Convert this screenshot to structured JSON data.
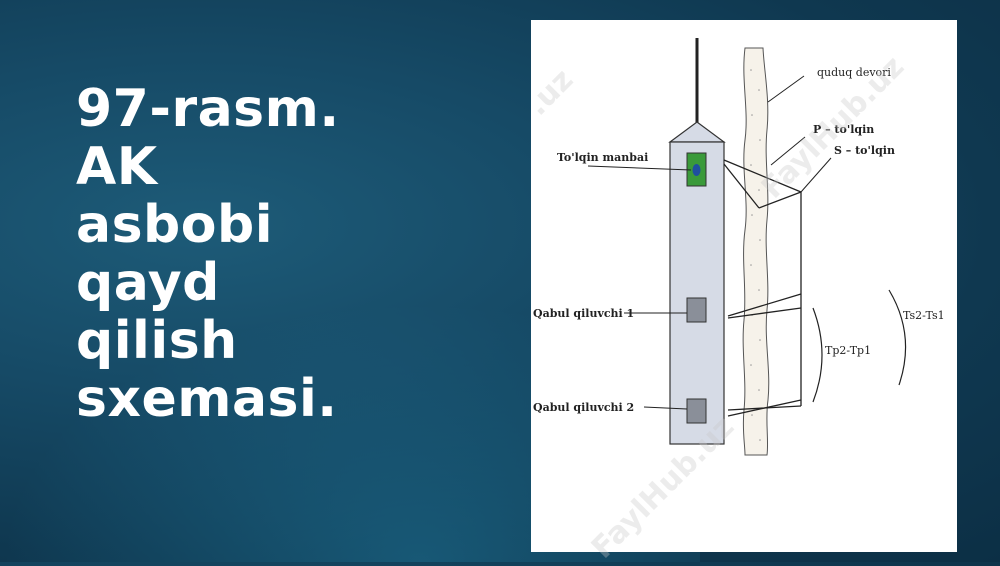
{
  "slide": {
    "title": "97-rasm.\nAK\nasbobi\nqayd\nqilish\nsxemasi."
  },
  "diagram": {
    "labels": {
      "well_wall": "quduq devori",
      "p_wave": "P – to'lqin",
      "s_wave": "S – to'lqin",
      "wave_source": "To'lqin manbai",
      "receiver_1": "Qabul qiluvchi 1",
      "receiver_2": "Qabul qiluvchi 2",
      "tp_diff": "Tp2-Tp1",
      "ts_diff": "Ts2-Ts1"
    },
    "colors": {
      "tool_body": "#d6dbe6",
      "source_fill": "#3a9a3a",
      "source_core": "#1f4f9f",
      "receiver_fill": "#8a8f99"
    }
  },
  "watermark": {
    "text_1": "FaylHub.uz",
    "text_2": "FaylHub.uz",
    "text_3": ".uz"
  }
}
